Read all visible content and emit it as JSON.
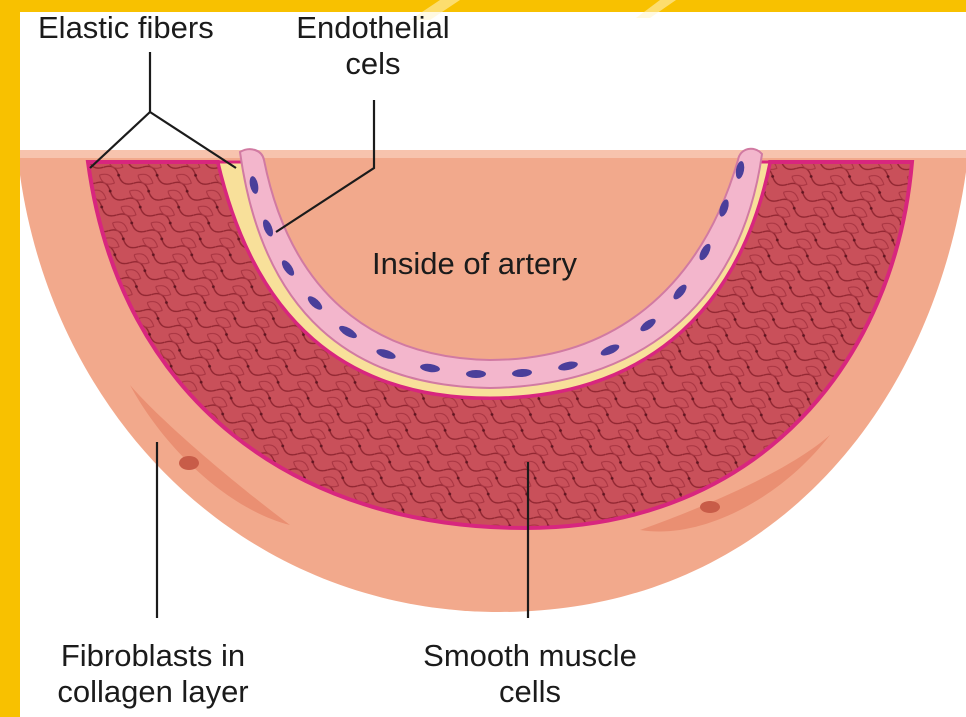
{
  "labels": {
    "elastic_fibers": "Elastic fibers",
    "endothelial_line1": "Endothelial",
    "endothelial_line2": "cels",
    "inside_artery": "Inside of artery",
    "fibroblasts_line1": "Fibroblasts in",
    "fibroblasts_line2": "collagen layer",
    "smooth_line1": "Smooth muscle",
    "smooth_line2": "cells"
  },
  "colors": {
    "frame": "#f8c100",
    "adventitia": "#f2a98c",
    "adventitia_inner": "#f7c3ad",
    "elastic_band": "#d8267e",
    "muscle": "#c84a52",
    "muscle_dark": "#962b36",
    "yellow_layer": "#f8e09a",
    "endothelium": "#f3b6cc",
    "nucleus": "#4a3f9a",
    "fibroblast": "#ea8f72"
  }
}
